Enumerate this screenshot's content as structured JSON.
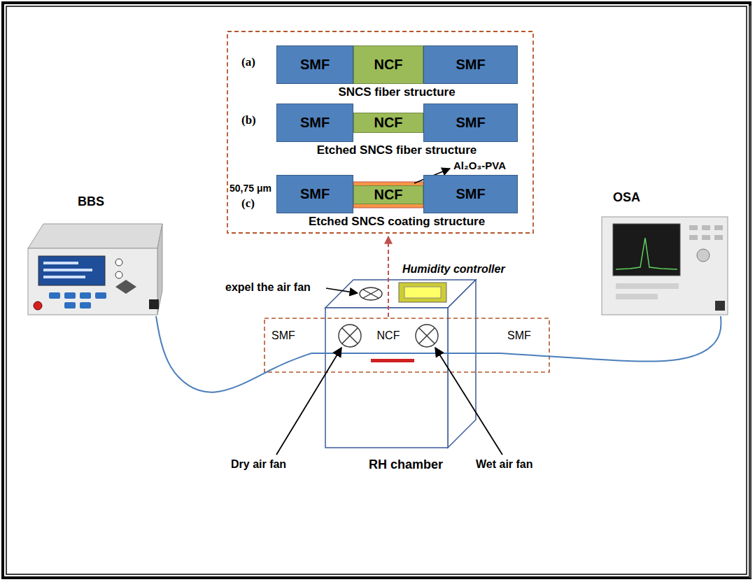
{
  "diagram": {
    "nodes": [
      {
        "text": [
          "SMF"
        ]
      },
      {
        "text": [
          "NCF"
        ]
      },
      {
        "text": [
          "SMF"
        ]
      },
      {
        "text": [
          "SMF"
        ]
      },
      {
        "text": [
          "NCF"
        ]
      },
      {
        "text": [
          "SMF"
        ]
      },
      {
        "text": [
          "SMF"
        ]
      },
      {
        "text": [
          "NCF"
        ]
      },
      {
        "text": [
          "SMF"
        ]
      },
      {
        "text": [
          "BBS"
        ]
      },
      {
        "text": [
          "RH chamber"
        ]
      },
      {
        "text": [
          "OSA"
        ]
      }
    ],
    "edges": [
      {
        "from": 9,
        "to": 10,
        "arrow": "none"
      },
      {
        "from": 10,
        "to": 11,
        "arrow": "none"
      }
    ],
    "labels": [
      "(a)",
      "SNCS fiber structure",
      "(b)",
      "Etched SNCS fiber structure",
      "Al₂O₃-PVA",
      "50,75 μm",
      "(c)",
      "Etched SNCS coating structure",
      "expel the air fan",
      "Humidity controller",
      "SMF",
      "NCF",
      "SMF",
      "Dry air fan",
      "Wet air fan"
    ]
  }
}
